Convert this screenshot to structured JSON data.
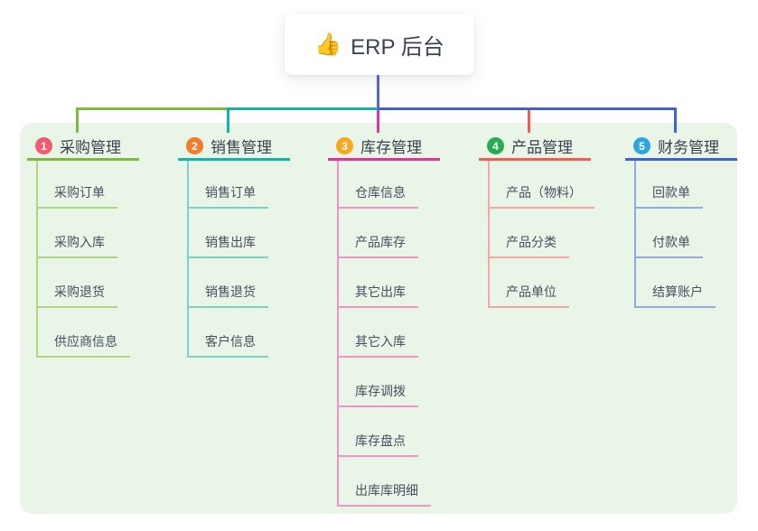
{
  "root": {
    "icon": "👍",
    "label": "ERP 后台"
  },
  "colors": {
    "panel_bg": "#e9f5e6",
    "root_line": "#5767c8"
  },
  "branches": [
    {
      "index": "1",
      "label": "采购管理",
      "badge_color": "#f05b72",
      "line_color": "#7cb93e",
      "light_color": "#aed581",
      "children": [
        "采购订单",
        "采购入库",
        "采购退货",
        "供应商信息"
      ]
    },
    {
      "index": "2",
      "label": "销售管理",
      "badge_color": "#f57a2b",
      "line_color": "#14b3a8",
      "light_color": "#7fd0c8",
      "children": [
        "销售订单",
        "销售出库",
        "销售退货",
        "客户信息"
      ]
    },
    {
      "index": "3",
      "label": "库存管理",
      "badge_color": "#f8a81d",
      "line_color": "#dd3694",
      "light_color": "#f393c3",
      "children": [
        "仓库信息",
        "产品库存",
        "其它出库",
        "其它入库",
        "库存调拨",
        "库存盘点",
        "出库库明细"
      ]
    },
    {
      "index": "4",
      "label": "产品管理",
      "badge_color": "#28ae51",
      "line_color": "#f25b52",
      "light_color": "#f7a6a1",
      "children": [
        "产品（物料）",
        "产品分类",
        "产品单位"
      ]
    },
    {
      "index": "5",
      "label": "财务管理",
      "badge_color": "#30a6de",
      "line_color": "#4061d4",
      "light_color": "#93a9e0",
      "children": [
        "回款单",
        "付款单",
        "结算账户"
      ]
    }
  ]
}
